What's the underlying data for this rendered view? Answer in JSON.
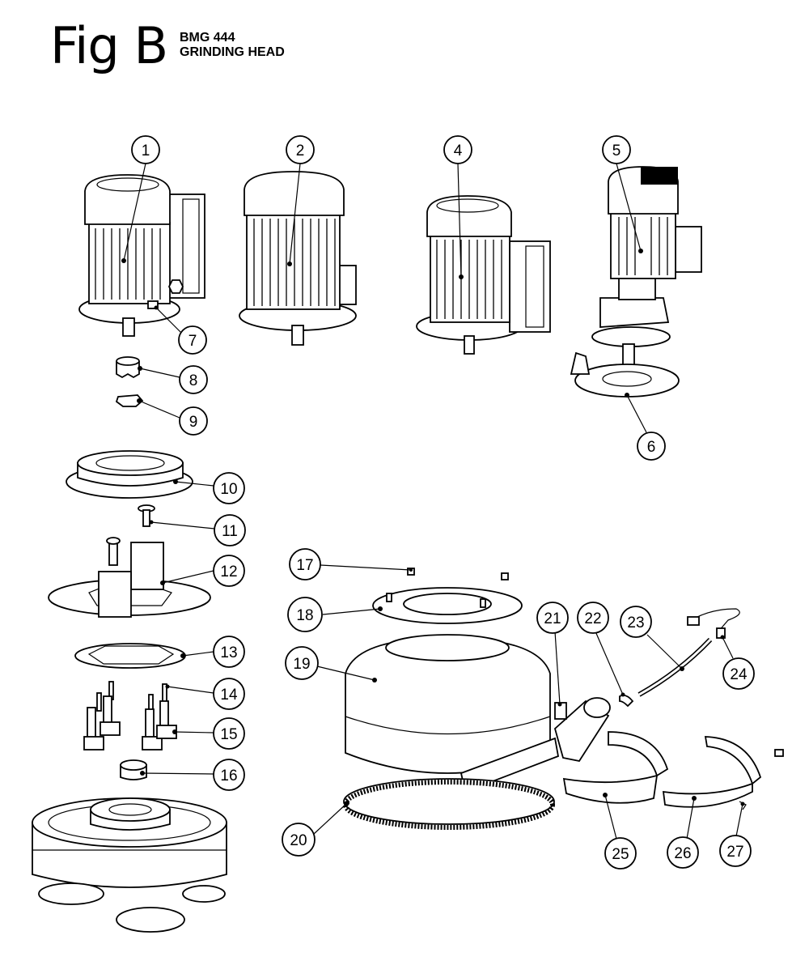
{
  "title": "Fig B",
  "subtitle_line1": "BMG 444",
  "subtitle_line2": "GRINDING HEAD",
  "callouts": [
    "1",
    "2",
    "4",
    "5",
    "6",
    "7",
    "8",
    "9",
    "10",
    "11",
    "12",
    "13",
    "14",
    "15",
    "16",
    "17",
    "18",
    "19",
    "20",
    "21",
    "22",
    "23",
    "24",
    "25",
    "26",
    "27"
  ]
}
